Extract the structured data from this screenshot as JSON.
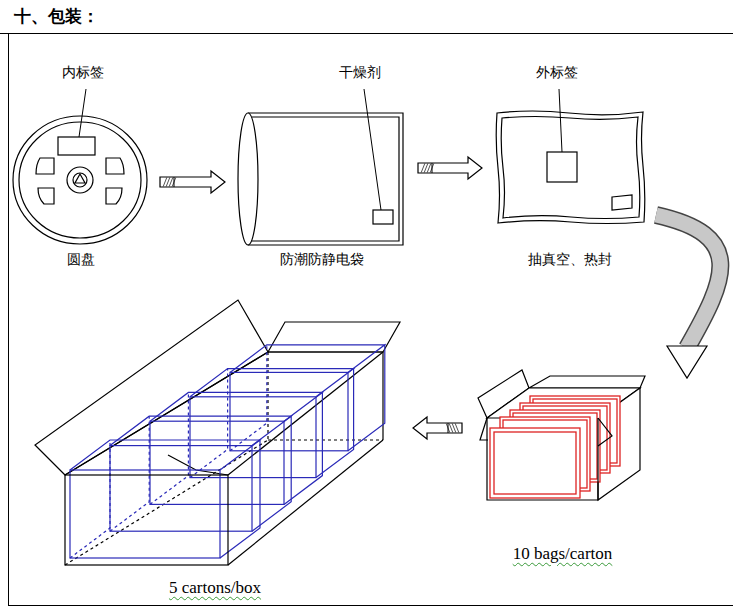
{
  "diagram": {
    "title": "十、包装：",
    "nodes": [
      {
        "text": [
          "圆盘"
        ]
      },
      {
        "text": [
          "防潮防静电袋"
        ]
      },
      {
        "text": [
          "抽真空、热封"
        ]
      },
      {
        "text": [
          "10 bags/carton"
        ]
      },
      {
        "text": [
          "5 cartons/box"
        ]
      }
    ],
    "edges": [
      {
        "from": 0,
        "to": 1,
        "arrow": "to"
      },
      {
        "from": 1,
        "to": 2,
        "arrow": "to"
      },
      {
        "from": 2,
        "to": 3,
        "arrow": "to"
      },
      {
        "from": 3,
        "to": 4,
        "arrow": "to"
      }
    ],
    "labels": [
      "内标签",
      "干燥剂",
      "外标签"
    ]
  }
}
